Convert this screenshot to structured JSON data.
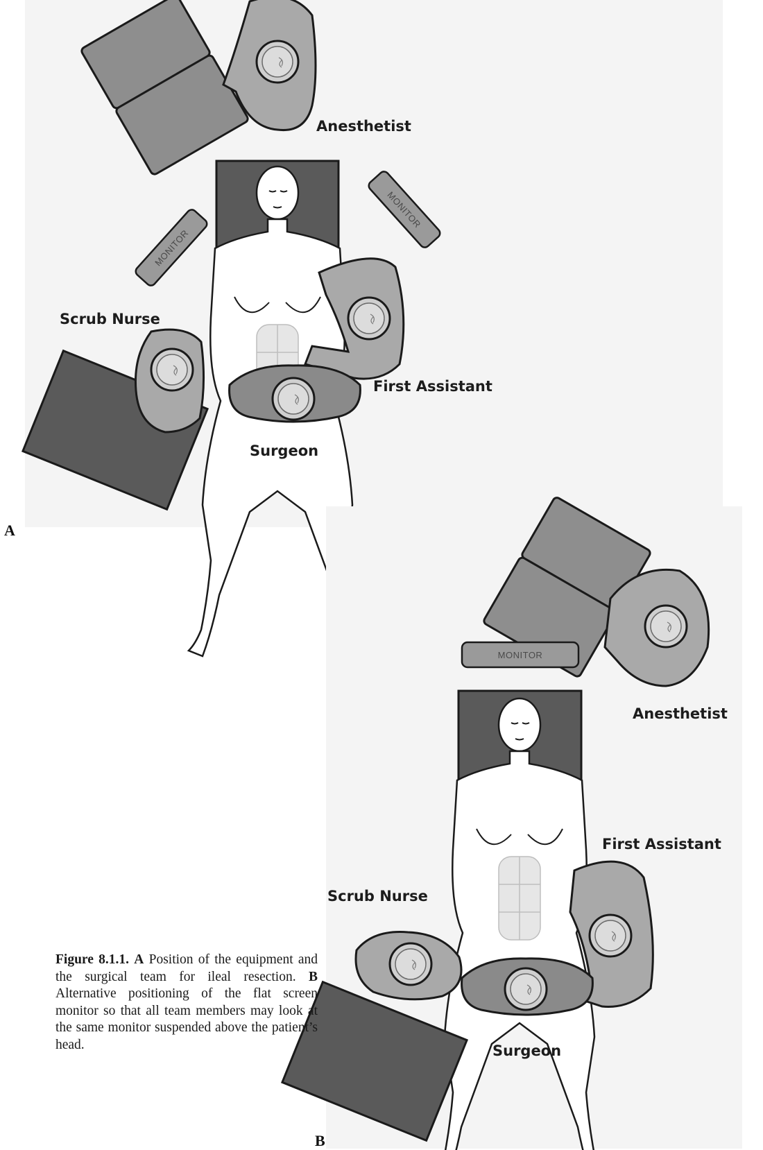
{
  "panels": [
    {
      "letter": "A",
      "labels": {
        "anesthetist": "Anesthetist",
        "scrub_nurse": "Scrub Nurse",
        "first_assistant": "First Assistant",
        "surgeon": "Surgeon"
      },
      "monitors": [
        "MONITOR",
        "MONITOR"
      ]
    },
    {
      "letter": "B",
      "labels": {
        "anesthetist": "Anesthetist",
        "first_assistant": "First Assistant",
        "scrub_nurse": "Scrub Nurse",
        "surgeon": "Surgeon"
      },
      "monitors": [
        "MONITOR"
      ]
    }
  ],
  "caption": {
    "figure_number": "Figure 8.1.1.",
    "a_letter": "A",
    "a_text": "Position of the equipment and the surgical team for ileal resection.",
    "b_letter": "B",
    "b_text": "Alternative positioning of the flat screen monitor so that all team members may look at the same monitor suspended above the patient’s head."
  },
  "colors": {
    "table": "#5a5a5a",
    "person": "#a9a9a9",
    "equipment": "#8e8e8e",
    "outline": "#1a1a1a",
    "background_panel": "#f4f4f4"
  }
}
